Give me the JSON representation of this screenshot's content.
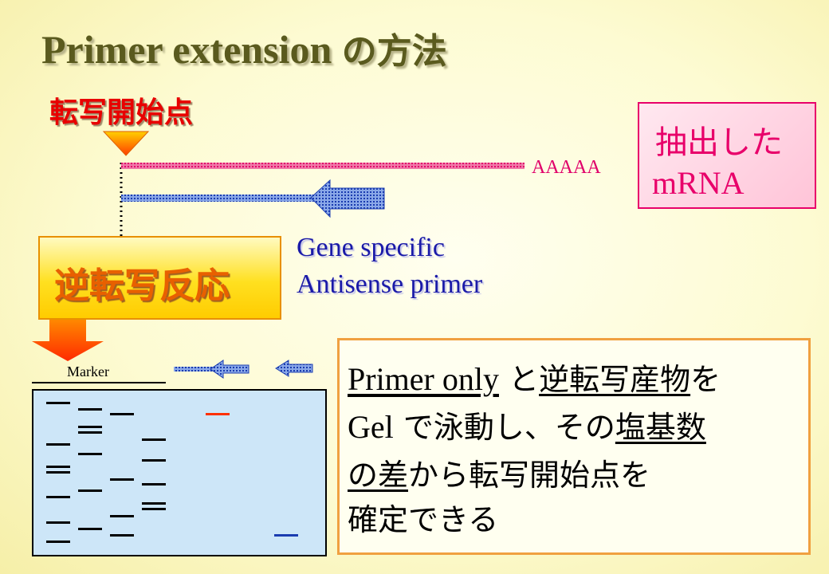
{
  "title": {
    "en": "Primer extension",
    "jp": "の方法"
  },
  "tss_label": "転写開始点",
  "mrna_label": "AAAAA",
  "mrna_box": {
    "line1": "抽出した",
    "line2": "mRNA"
  },
  "primer_label": {
    "line1": "Gene specific",
    "line2": "Antisense primer"
  },
  "rt_label": "逆転写反応",
  "marker_label": "Marker",
  "note": {
    "l1a": "Primer only",
    "l1b": " と",
    "l1c": "逆転写産物",
    "l1d": "を",
    "l2a": "Gel",
    "l2b": " で泳動し、その",
    "l2c": "塩基数",
    "l3a": "の差",
    "l3b": "から転写開始点を",
    "l4": "確定できる"
  },
  "colors": {
    "mrna": "#e0006a",
    "primer": "#1a3cb0",
    "tss_arrow": "#ff5a00",
    "rt_band": "#ff3000",
    "primer_band": "#1a3cb0",
    "gel": "#cde6f8"
  }
}
